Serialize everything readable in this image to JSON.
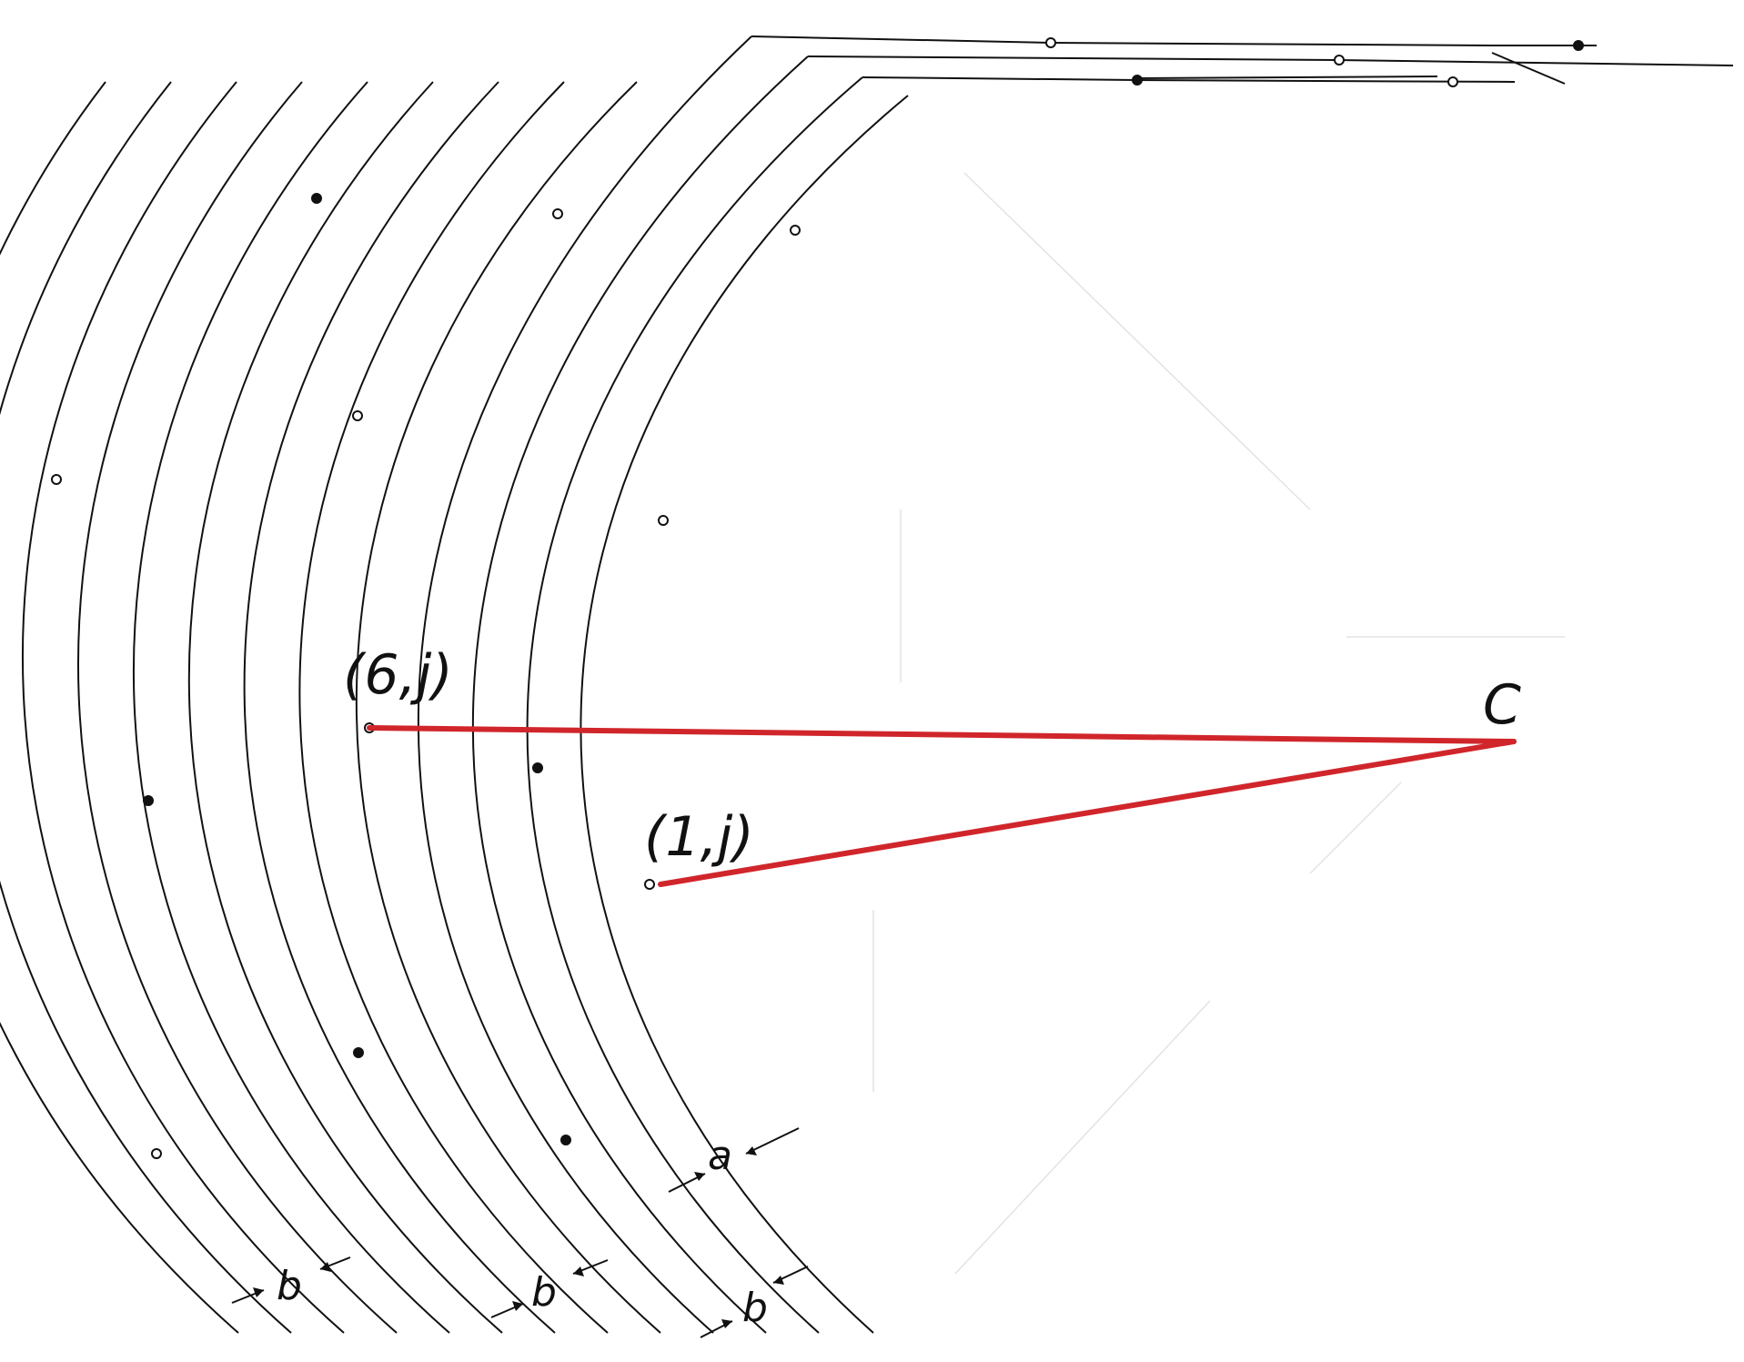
{
  "labels": {
    "node_outer": "(6,j)",
    "node_inner": "(1,j)",
    "center": "C",
    "spacing_a": "a",
    "spacing_b1": "b",
    "spacing_b2": "b",
    "spacing_b3": "b"
  },
  "colors": {
    "curves": "#111111",
    "radius_lines": "#d0262b",
    "background": "#ffffff"
  },
  "icons": {
    "node": "small-circle-marker",
    "dimension": "arrow-pair"
  }
}
